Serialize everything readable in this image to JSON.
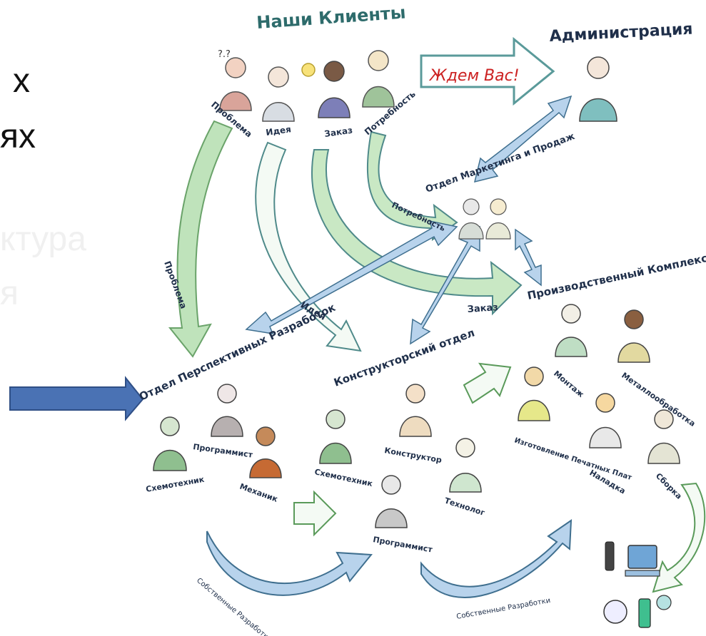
{
  "slide": {
    "partial_line1": "х",
    "partial_line2": "ях",
    "ghost_line1": "ктура",
    "ghost_line2": "я"
  },
  "diagram": {
    "clients_title": "Наши Клиенты",
    "admin_title": "Администрация",
    "slogan": "Ждем Вас!",
    "client_needs": [
      "Проблема",
      "Идея",
      "Заказ",
      "Потребность"
    ],
    "flow_problem": "Проблема",
    "flow_idea": "Идея",
    "flow_order": "Заказ",
    "flow_need": "Потребность",
    "marketing_dept": "Отдел Маркетинга и Продаж",
    "production_complex": "Производственный Комплекс",
    "advanced_dept": "Отдел Перспективных Разработок",
    "design_dept": "Конструкторский отдел",
    "advanced_roles": [
      "Схемотехник",
      "Программист",
      "Механик"
    ],
    "design_roles": [
      "Схемотехник",
      "Конструктор",
      "Программист",
      "Технолог"
    ],
    "production_roles": [
      "Монтаж",
      "Металлообработка",
      "Изготовление Печатных Плат",
      "Наладка",
      "Сборка"
    ],
    "own_dev_1": "Собственные Разработки",
    "own_dev_2": "Собственные Разработки"
  },
  "colors": {
    "pointer_arrow": "#4a72b4",
    "flow_green": "#b9e0b4",
    "flow_blue": "#b8d3ec",
    "slogan_red": "#cc2222"
  }
}
